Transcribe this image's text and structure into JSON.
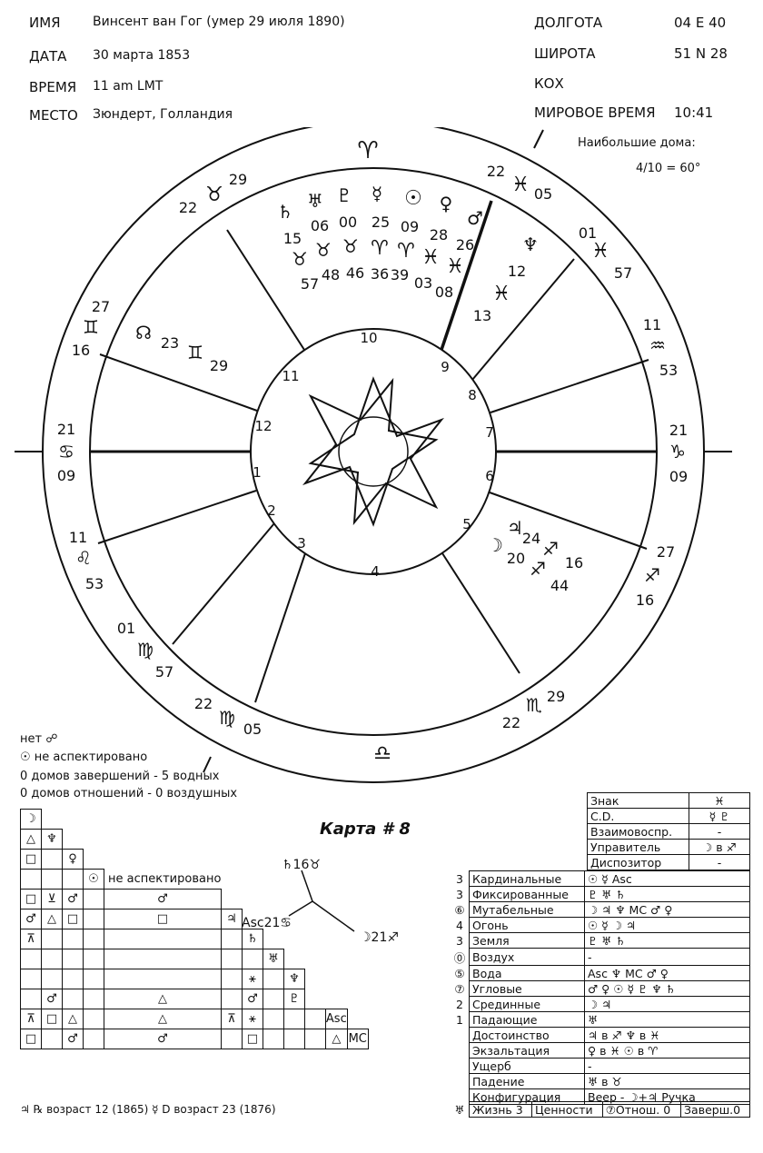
{
  "header": {
    "name_label": "ИМЯ",
    "name_value": "Винсент ван Гог (умер 29 июля 1890)",
    "date_label": "ДАТА",
    "date_value": "30 марта 1853",
    "time_label": "ВРЕМЯ",
    "time_value": "11 am LMT",
    "place_label": "МЕСТО",
    "place_value": "Зюндерт, Голландия",
    "long_label": "ДОЛГОТА",
    "long_value": "04 E 40",
    "lat_label": "ШИРОТА",
    "lat_value": "51 N 28",
    "system_label": "КОХ",
    "ut_label": "МИРОВОЕ ВРЕМЯ",
    "ut_value": "10:41",
    "largest_houses_label": "Наибольшие дома:",
    "largest_houses_value": "4/10 = 60°"
  },
  "wheel": {
    "house_numbers": [
      "1",
      "2",
      "3",
      "4",
      "5",
      "6",
      "7",
      "8",
      "9",
      "10",
      "11",
      "12"
    ],
    "top_sign": "♈",
    "bottom_sign": "♎",
    "cusps": [
      {
        "deg": "22",
        "sign": "♉",
        "min": "29"
      },
      {
        "deg": "22",
        "sign": "♓",
        "min": "05"
      },
      {
        "deg": "01",
        "sign": "♓",
        "min": "57"
      },
      {
        "deg": "11",
        "sign": "♒",
        "min": "53"
      },
      {
        "deg": "21",
        "sign": "♑",
        "min": "09"
      },
      {
        "deg": "27",
        "sign": "♐",
        "min": "16"
      },
      {
        "deg": "22",
        "sign": "♏",
        "min": "29"
      },
      {
        "deg": "22",
        "sign": "♍",
        "min": "05"
      },
      {
        "deg": "01",
        "sign": "♍",
        "min": "57"
      },
      {
        "deg": "11",
        "sign": "♌",
        "min": "53"
      },
      {
        "deg": "21",
        "sign": "♋",
        "min": "09"
      },
      {
        "deg": "27",
        "sign": "♊",
        "min": "16"
      }
    ],
    "node": {
      "glyph": "☊",
      "deg": "23",
      "sign": "♊",
      "min": "29"
    },
    "tenth_house_planets": [
      {
        "glyph": "♄",
        "deg": "15",
        "sign": "♉",
        "min": "57"
      },
      {
        "glyph": "♅",
        "deg": "06",
        "sign": "♉",
        "min": "48"
      },
      {
        "glyph": "♇",
        "deg": "00",
        "sign": "♉",
        "min": "46"
      },
      {
        "glyph": "☿",
        "deg": "25",
        "sign": "♈",
        "min": "36"
      },
      {
        "glyph": "☉",
        "deg": "09",
        "sign": "♈",
        "min": "39"
      },
      {
        "glyph": "♀",
        "deg": "28",
        "sign": "♓",
        "min": "03"
      },
      {
        "glyph": "♂",
        "deg": "26",
        "sign": "♓",
        "min": "08"
      }
    ],
    "ninth_house_planets": [
      {
        "glyph": "♆",
        "deg": "12",
        "sign": "♓",
        "min": "13"
      }
    ],
    "fifth_house_planets": [
      {
        "glyph": "♃",
        "deg": "24",
        "sign": "♐",
        "min": "16"
      },
      {
        "glyph": "☽",
        "deg": "20",
        "sign": "♐",
        "min": "44"
      }
    ]
  },
  "notes": {
    "line1": "нет ☍",
    "line2": "☉ не аспектировано",
    "line3": "0 домов завершений - 5 водных",
    "line4": "0 домов отношений - 0 воздушных"
  },
  "chart_title": "Карта # 8",
  "configuration": {
    "top": "♄16♉",
    "left": "Asc21♋",
    "right": "☽21♐"
  },
  "aspect_grid": {
    "rows": [
      [
        "☽"
      ],
      [
        "△",
        "♆"
      ],
      [
        "□",
        "",
        "♀"
      ],
      [
        "",
        "",
        "",
        "☉",
        "не аспектировано"
      ],
      [
        "□",
        "⊻",
        "♂",
        "",
        "♂"
      ],
      [
        "♂",
        "△",
        "□",
        "",
        "□",
        "♃"
      ],
      [
        "⊼",
        "",
        "",
        "",
        "",
        "",
        "♄"
      ],
      [
        "",
        "",
        "",
        "",
        "",
        "",
        "",
        "♅"
      ],
      [
        "",
        "",
        "",
        "",
        "",
        "",
        "⚹",
        "",
        "♆"
      ],
      [
        "",
        "♂",
        "",
        "",
        "△",
        "",
        "♂",
        "",
        "♇"
      ],
      [
        "⊼",
        "□",
        "△",
        "",
        "△",
        "⊼",
        "⚹",
        "",
        "",
        "",
        "Asc"
      ],
      [
        "□",
        "",
        "♂",
        "",
        "♂",
        "",
        "□",
        "",
        "",
        "",
        "△",
        "MC"
      ]
    ],
    "footer": "♃ ℞ возраст 12 (1865)  ☿ D возраст 23 (1876)"
  },
  "properties": {
    "top_rows": [
      {
        "label": "Знак",
        "value": "♓"
      },
      {
        "label": "С.D.",
        "value": "☿ ♇"
      },
      {
        "label": "Взаимовоспр.",
        "value": "-"
      },
      {
        "label": "Управитель",
        "value": "☽ в ♐"
      },
      {
        "label": "Диспозитор",
        "value": "-"
      }
    ],
    "rows": [
      {
        "count": "3",
        "label": "Кардинальные",
        "value": "☉ ☿ Asc"
      },
      {
        "count": "3",
        "label": "Фиксированные",
        "value": "♇ ♅ ♄"
      },
      {
        "count": "⑥",
        "label": "Мутабельные",
        "value": "☽ ♃ ♆ MC ♂ ♀"
      },
      {
        "count": "4",
        "label": "Огонь",
        "value": "☉ ☿ ☽ ♃"
      },
      {
        "count": "3",
        "label": "Земля",
        "value": "♇ ♅ ♄"
      },
      {
        "count": "⓪",
        "label": "Воздух",
        "value": "-"
      },
      {
        "count": "⑤",
        "label": "Вода",
        "value": "Asc ♆ MC ♂ ♀"
      },
      {
        "count": "⑦",
        "label": "Угловые",
        "value": "♂ ♀ ☉ ☿ ♇ ♆ ♄"
      },
      {
        "count": "2",
        "label": "Срединные",
        "value": "☽ ♃"
      },
      {
        "count": "1",
        "label": "Падающие",
        "value": "♅"
      },
      {
        "count": "",
        "label": "Достоинство",
        "value": "♃ в ♐   ♆ в ♓"
      },
      {
        "count": "",
        "label": "Экзальтация",
        "value": "♀ в ♓   ☉ в ♈"
      },
      {
        "count": "",
        "label": "Ущерб",
        "value": "-"
      },
      {
        "count": "",
        "label": "Падение",
        "value": "♅ в ♉"
      },
      {
        "count": "",
        "label": "Конфигурация",
        "value": "Веер - ☽+♃ Ручка"
      }
    ],
    "bottom": {
      "glyph": "♅",
      "life": "Жизнь 3",
      "values": "Ценности",
      "relations": "⑦Отнош. 0",
      "endings": "Заверш.0"
    }
  }
}
